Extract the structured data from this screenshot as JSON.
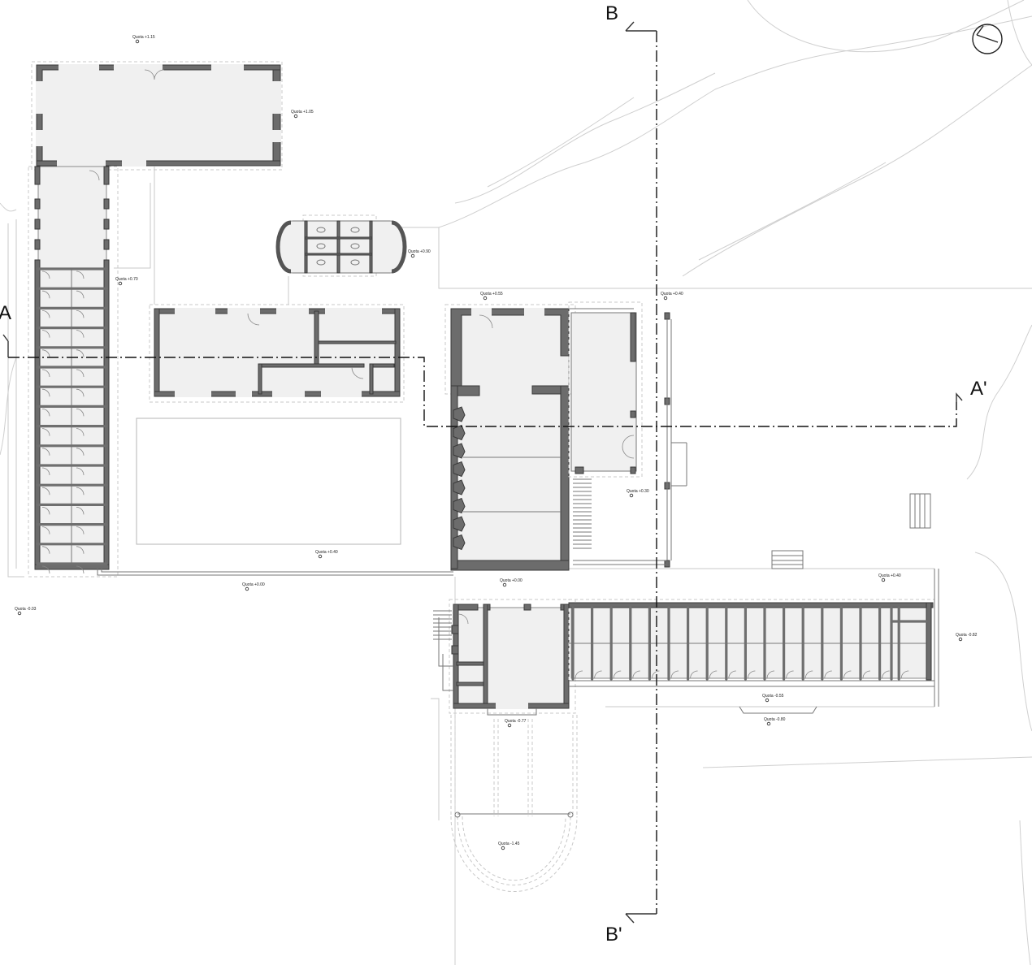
{
  "section_labels": {
    "a": "A",
    "a_prime": "A'",
    "b": "B",
    "b_prime": "B'"
  },
  "elevations": [
    "Quota +1.15",
    "Quota +1.05",
    "Quota +0.90",
    "Quota +0.70",
    "Quota +0.55",
    "Quota +0.40",
    "Quota +0.30",
    "Quota +0.40",
    "Quota +0.00",
    "Quota +0.00",
    "Quota -0.03",
    "Quota +0.40",
    "Quota -0.82",
    "Quota -0.55",
    "Quota -0.80",
    "Quota -0.77",
    "Quota -1.45"
  ],
  "colors": {
    "wall": "#6c6c6c",
    "floor": "#f0f0f0",
    "section_line": "#111111"
  },
  "icons": {
    "north": "north-arrow-icon",
    "elevation": "elevation-marker-icon"
  }
}
